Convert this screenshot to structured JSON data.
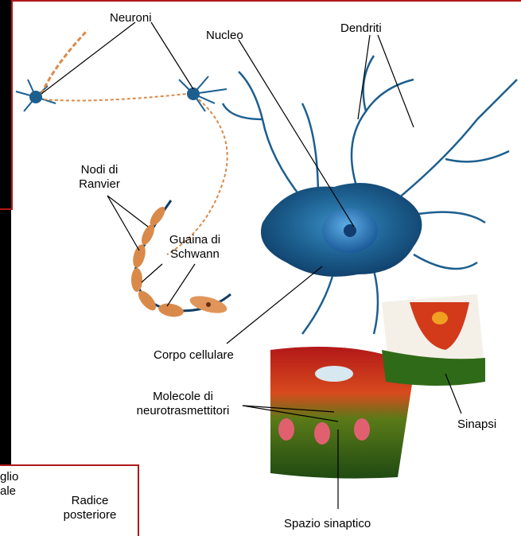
{
  "labels": {
    "neuroni": "Neuroni",
    "nucleo": "Nucleo",
    "dendriti": "Dendriti",
    "nodi_line1": "Nodi di",
    "nodi_line2": "Ranvier",
    "guaina_line1": "Guaina di",
    "guaina_line2": "Schwann",
    "corpo": "Corpo cellulare",
    "molecole_line1": "Molecole di",
    "molecole_line2": "neurotrasmettitori",
    "sinapsi": "Sinapsi",
    "spazio": "Spazio sinaptico"
  },
  "inset": {
    "gangli_line1": "glio",
    "gangli_line2": "ale",
    "radice_line1": "Radice",
    "radice_line2": "posteriore"
  },
  "colors": {
    "frame_border": "#b11818",
    "neuron_body": "#1c5f8f",
    "neuron_dark": "#0f3c66",
    "myelin": "#d98a4a"
  }
}
